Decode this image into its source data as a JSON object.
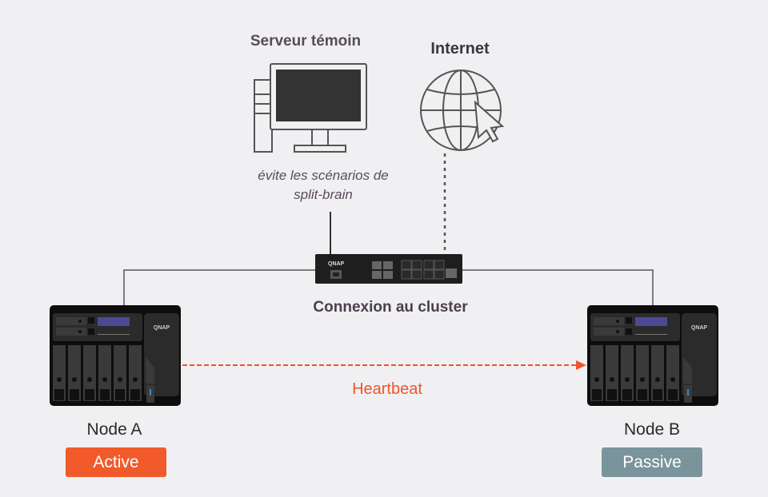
{
  "witness": {
    "title": "Serveur témoin",
    "note_line1": "évite les scénarios de",
    "note_line2": "split-brain"
  },
  "internet": {
    "title": "Internet"
  },
  "switch": {
    "brand": "QNAP"
  },
  "cluster": {
    "label": "Connexion au cluster"
  },
  "heartbeat": {
    "label": "Heartbeat",
    "color": "#f0542c"
  },
  "nodes": [
    {
      "name": "Node A",
      "status": "Active",
      "status_color": "#f15a2b",
      "brand": "QNAP"
    },
    {
      "name": "Node B",
      "status": "Passive",
      "status_color": "#7a949c",
      "brand": "QNAP"
    }
  ]
}
